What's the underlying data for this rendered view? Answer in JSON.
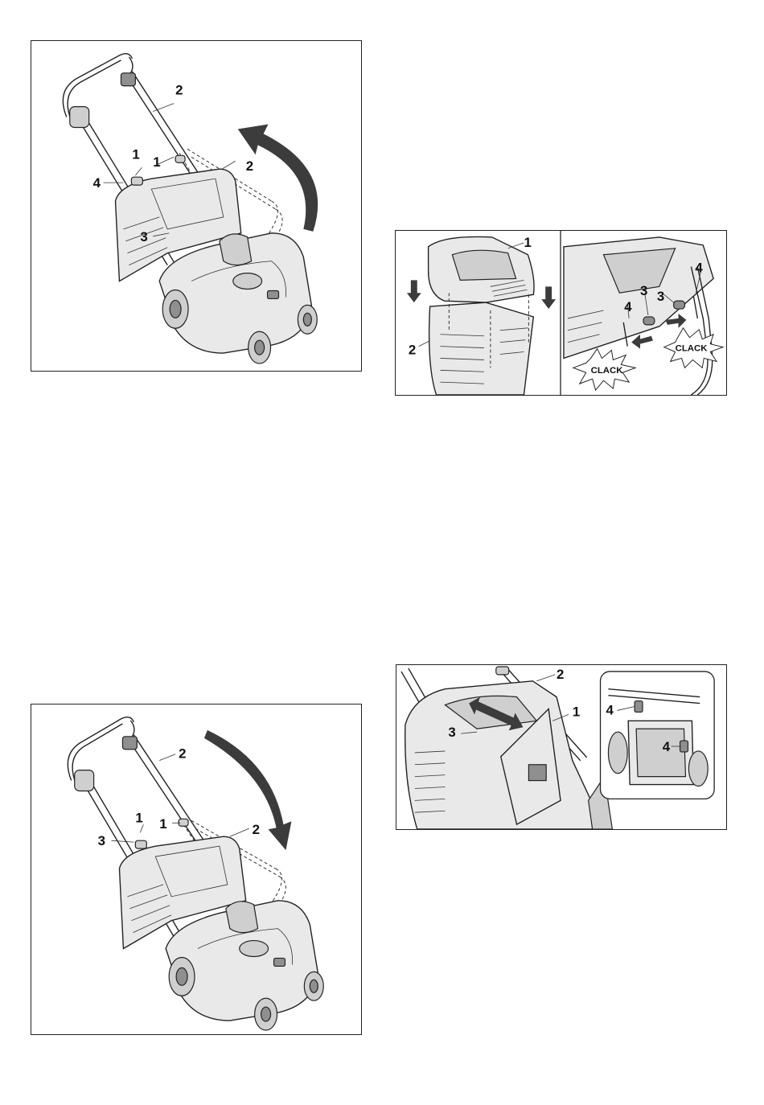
{
  "figures": {
    "fig_handle_up": {
      "labels": {
        "l1a": "1",
        "l1b": "1",
        "l2a": "2",
        "l2b": "2",
        "l3": "3",
        "l4": "4"
      }
    },
    "fig_catcher": {
      "labels": {
        "l1": "1",
        "l2": "2",
        "l3a": "3",
        "l3b": "3",
        "l4a": "4",
        "l4b": "4"
      },
      "clack_left": "CLACK",
      "clack_right": "CLACK"
    },
    "fig_handle_down": {
      "labels": {
        "l1a": "1",
        "l1b": "1",
        "l2a": "2",
        "l2b": "2",
        "l3": "3"
      }
    },
    "fig_flap": {
      "labels": {
        "l1": "1",
        "l2": "2",
        "l3": "3",
        "l4a": "4",
        "l4b": "4"
      }
    }
  },
  "icons": [
    "curved-arrow-icon",
    "down-arrow-icon",
    "double-arrow-icon",
    "push-arrow-icon",
    "clack-burst-icon"
  ]
}
